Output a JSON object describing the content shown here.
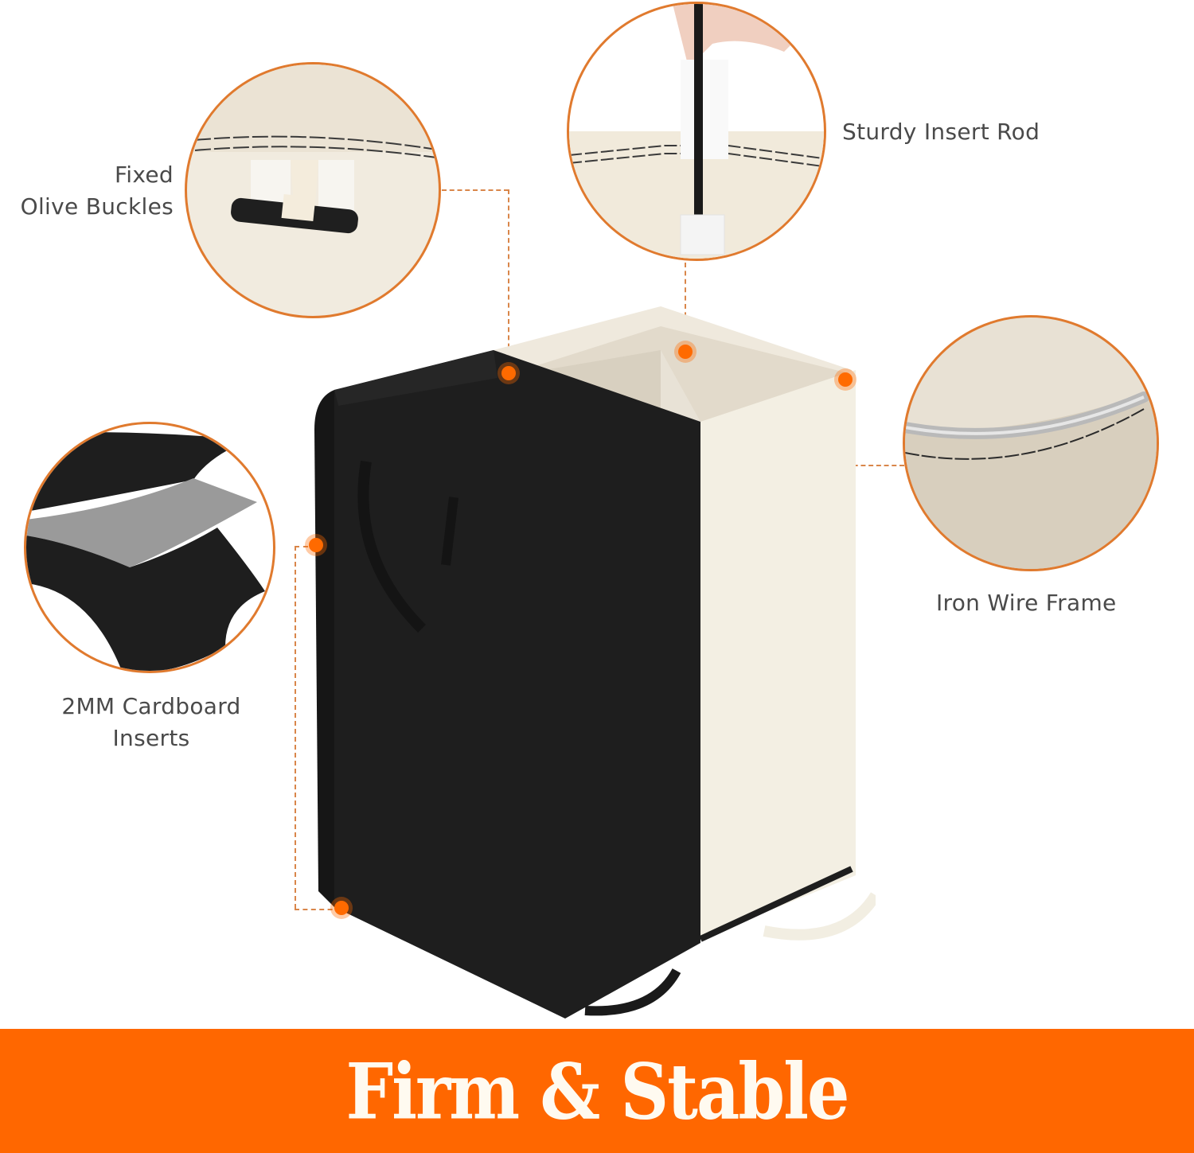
{
  "colors": {
    "accent": "#ff6700",
    "callout_ring": "#e07a2e",
    "hamper_black": "#1e1e1e",
    "hamper_beige": "#efeae0",
    "label_text": "#4a4a4a",
    "banner_text": "#fffaf0"
  },
  "callouts": [
    {
      "id": "buckles",
      "line1": "Fixed",
      "line2": "Olive Buckles",
      "icon": "toggle-buckle-closeup"
    },
    {
      "id": "rod",
      "line1": "Sturdy Insert Rod",
      "icon": "insert-rod-closeup"
    },
    {
      "id": "wire",
      "line1": "Iron Wire Frame",
      "icon": "wire-frame-closeup"
    },
    {
      "id": "cardboard",
      "line1": "2MM Cardboard",
      "line2": "Inserts",
      "icon": "cardboard-layers-closeup"
    }
  ],
  "product": {
    "name": "double-compartment-laundry-hamper",
    "colors": [
      "black",
      "beige"
    ]
  },
  "banner": {
    "title": "Firm & Stable"
  }
}
